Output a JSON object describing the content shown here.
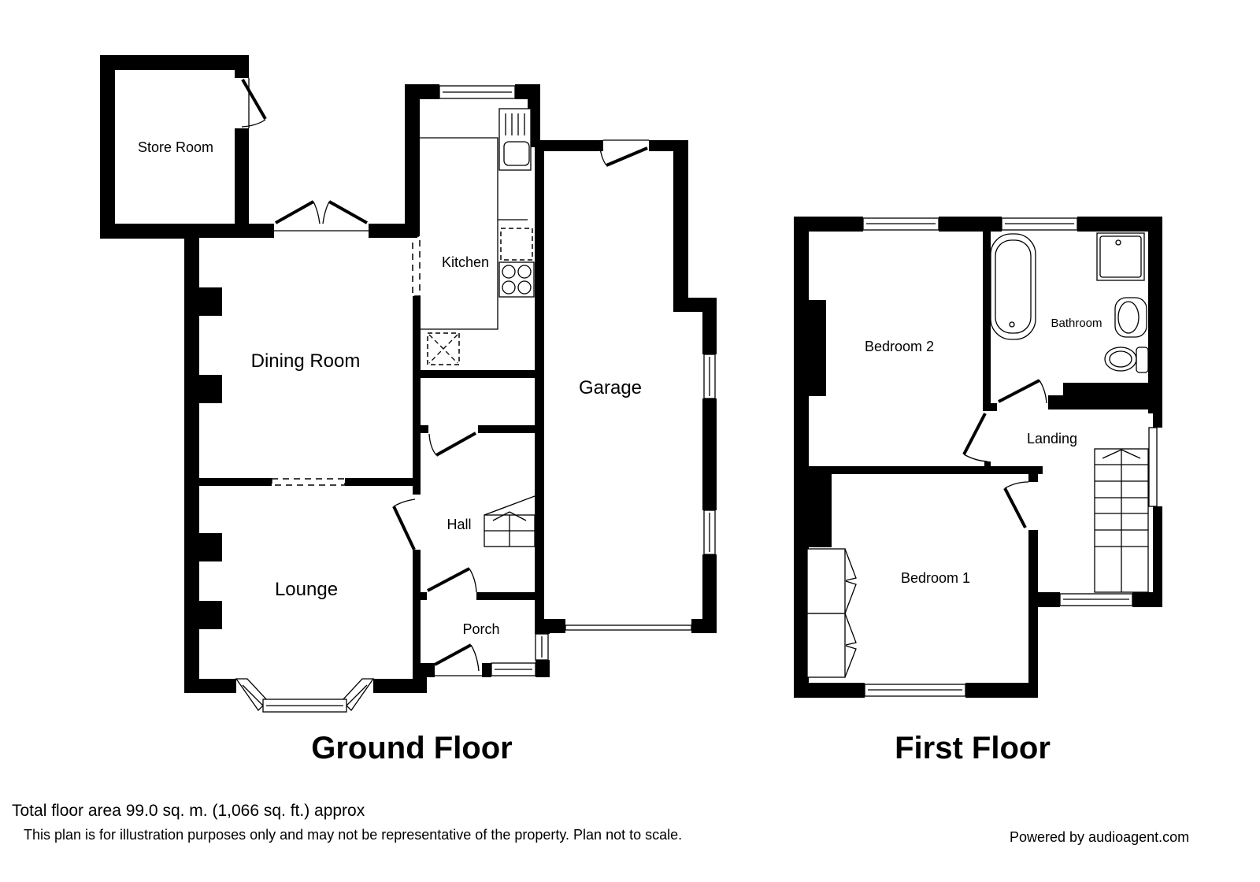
{
  "floors": {
    "ground": {
      "title": "Ground Floor",
      "rooms": {
        "store_room": "Store Room",
        "kitchen": "Kitchen",
        "dining_room": "Dining Room",
        "garage": "Garage",
        "hall": "Hall",
        "lounge": "Lounge",
        "porch": "Porch"
      }
    },
    "first": {
      "title": "First Floor",
      "rooms": {
        "bedroom_2": "Bedroom 2",
        "bathroom": "Bathroom",
        "landing": "Landing",
        "bedroom_1": "Bedroom 1"
      }
    }
  },
  "footer": {
    "total_area": "Total floor area 99.0 sq. m. (1,066 sq. ft.) approx",
    "disclaimer": "This plan is for illustration purposes only and may not be representative of the property. Plan not to scale.",
    "powered_by": "Powered by audioagent.com"
  },
  "colors": {
    "wall": "#000000",
    "background": "#ffffff"
  }
}
